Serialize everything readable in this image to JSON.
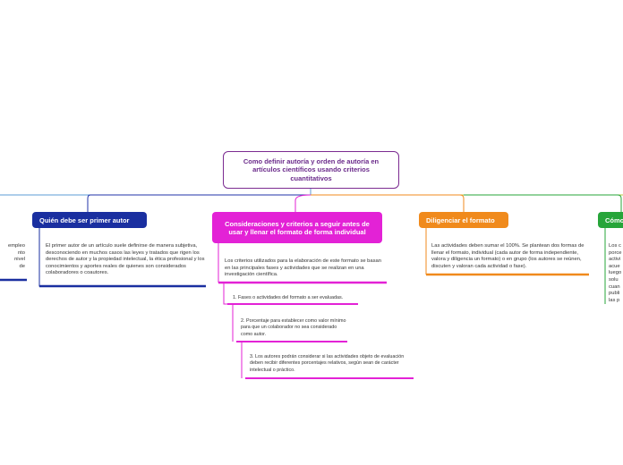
{
  "root": {
    "title": "Como definir autoría y orden de autoría en artículos científicos usando criterios cuantitativos"
  },
  "branches": {
    "primer_autor": {
      "label": "Quién debe ser primer autor",
      "note": "El primer autor de un artículo suele definirse de manera subjetiva, desconociendo en muchos casos las leyes y tratados que rigen los derechos de autor y la propiedad intelectual, la ética profesional y los conocimientos y aportes reales de quienes son considerados colaboradores o coautores."
    },
    "consideraciones": {
      "label": "Consideraciones y criterios a seguir antes de usar y llenar el formato de forma individual",
      "note": "Los criterios utilizados para la elaboración de este formato se basan en las principales fases y actividades que se realizan en una investigación científica.",
      "subitems": [
        "1. Fases o actividades del formato a ser evaluadas.",
        "2. Porcentaje para establecer como valor mínimo para que un colaborador no sea considerado como autor.",
        "3. Los autores podrán considerar si las actividades objeto de evaluación deben recibir diferentes porcentajes relativos, según sean de carácter intelectual o práctico."
      ]
    },
    "diligenciar": {
      "label": "Diligenciar el formato",
      "note": "Las actividades deben sumar el 100%. Se plantean dos formas de llenar el formato, individual (cada autor de forma independiente, valora y diligencia un formato) o en grupo (los autores se reúnen, discuten y valoran cada actividad o fase)."
    },
    "right_partial": {
      "label": "Cómo",
      "note_lines": [
        "Los c",
        "porce",
        "activi",
        "acue",
        "luego",
        "solu",
        "cuan",
        "publi",
        "las p"
      ]
    },
    "left_partial": {
      "note_lines": [
        "empleo",
        "nto",
        "nivel",
        "de"
      ]
    }
  },
  "colors": {
    "root_border": "#7b2b91",
    "blue": "#1a2fa0",
    "magenta": "#e322d6",
    "orange": "#f08a1c",
    "green": "#27a53a",
    "olive_line": "#b8c840",
    "lightblue_line": "#5b9bd5"
  }
}
